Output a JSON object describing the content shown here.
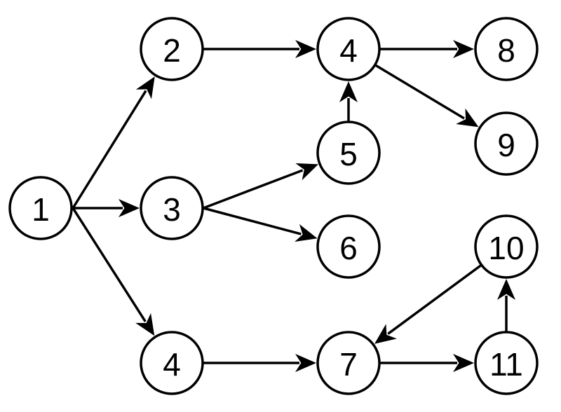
{
  "diagram": {
    "type": "directed-graph",
    "nodes": [
      {
        "id": "n1",
        "label": "1"
      },
      {
        "id": "n2",
        "label": "2"
      },
      {
        "id": "n3",
        "label": "3"
      },
      {
        "id": "n4a",
        "label": "4"
      },
      {
        "id": "n4b",
        "label": "4"
      },
      {
        "id": "n5",
        "label": "5"
      },
      {
        "id": "n6",
        "label": "6"
      },
      {
        "id": "n7",
        "label": "7"
      },
      {
        "id": "n8",
        "label": "8"
      },
      {
        "id": "n9",
        "label": "9"
      },
      {
        "id": "n10",
        "label": "10"
      },
      {
        "id": "n11",
        "label": "11"
      }
    ],
    "edges": [
      {
        "from": "n1",
        "to": "n2"
      },
      {
        "from": "n1",
        "to": "n3"
      },
      {
        "from": "n1",
        "to": "n4b"
      },
      {
        "from": "n2",
        "to": "n4a"
      },
      {
        "from": "n3",
        "to": "n5"
      },
      {
        "from": "n3",
        "to": "n6"
      },
      {
        "from": "n5",
        "to": "n4a"
      },
      {
        "from": "n4a",
        "to": "n8"
      },
      {
        "from": "n4a",
        "to": "n9"
      },
      {
        "from": "n4b",
        "to": "n7"
      },
      {
        "from": "n7",
        "to": "n11"
      },
      {
        "from": "n11",
        "to": "n10"
      },
      {
        "from": "n10",
        "to": "n7"
      }
    ]
  }
}
